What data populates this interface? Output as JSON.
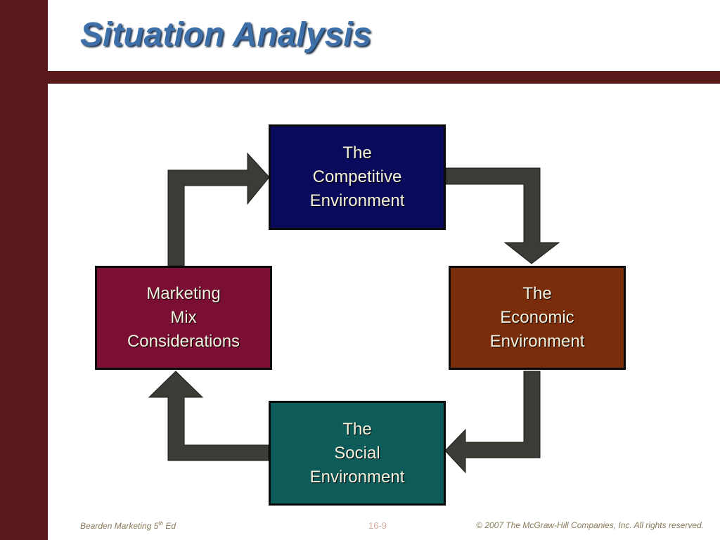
{
  "slide": {
    "title": "Situation Analysis"
  },
  "diagram": {
    "nodes": [
      {
        "id": "competitive",
        "label": "The\nCompetitive\nEnvironment",
        "color": "#0a0a5c"
      },
      {
        "id": "economic",
        "label": "The\nEconomic\nEnvironment",
        "color": "#7a2d0b"
      },
      {
        "id": "social",
        "label": "The\nSocial\nEnvironment",
        "color": "#0e5c5a"
      },
      {
        "id": "marketing",
        "label": "Marketing\nMix\nConsiderations",
        "color": "#7a0e34"
      }
    ],
    "flow": [
      "competitive",
      "economic",
      "social",
      "marketing",
      "competitive"
    ],
    "arrow_color": "#3b3c36"
  },
  "footer": {
    "left_text": "Bearden Marketing 5",
    "left_sup": "th",
    "left_suffix": " Ed",
    "page_number": "16-9",
    "copyright": "© 2007  The McGraw-Hill Companies, Inc.  All rights reserved."
  },
  "colors": {
    "frame": "#5a1a1c",
    "title": "#3d6fa9"
  }
}
